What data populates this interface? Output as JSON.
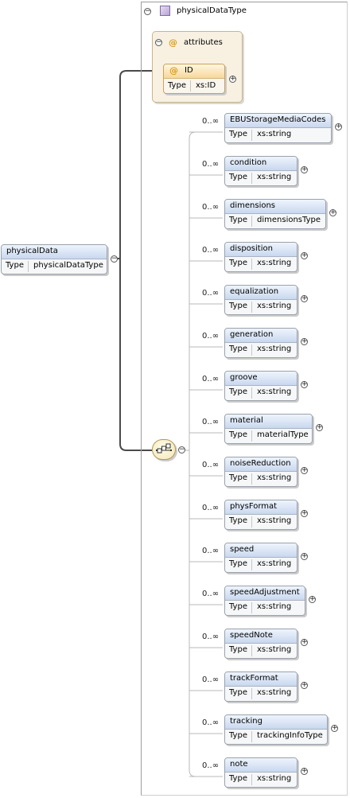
{
  "root": {
    "name": "physicalData",
    "type_key": "Type",
    "type_value": "physicalDataType"
  },
  "complex_type": {
    "name": "physicalDataType"
  },
  "attributes": {
    "label": "attributes",
    "at_symbol": "@",
    "items": [
      {
        "name": "ID",
        "type_key": "Type",
        "type_value": "xs:ID"
      }
    ]
  },
  "toggles": {
    "collapse": "−",
    "expand": "+"
  },
  "elements": [
    {
      "occurrence": "0..∞",
      "name": "EBUStorageMediaCodes",
      "type_key": "Type",
      "type_value": "xs:string"
    },
    {
      "occurrence": "0..∞",
      "name": "condition",
      "type_key": "Type",
      "type_value": "xs:string"
    },
    {
      "occurrence": "0..∞",
      "name": "dimensions",
      "type_key": "Type",
      "type_value": "dimensionsType"
    },
    {
      "occurrence": "0..∞",
      "name": "disposition",
      "type_key": "Type",
      "type_value": "xs:string"
    },
    {
      "occurrence": "0..∞",
      "name": "equalization",
      "type_key": "Type",
      "type_value": "xs:string"
    },
    {
      "occurrence": "0..∞",
      "name": "generation",
      "type_key": "Type",
      "type_value": "xs:string"
    },
    {
      "occurrence": "0..∞",
      "name": "groove",
      "type_key": "Type",
      "type_value": "xs:string"
    },
    {
      "occurrence": "0..∞",
      "name": "material",
      "type_key": "Type",
      "type_value": "materialType"
    },
    {
      "occurrence": "0..∞",
      "name": "noiseReduction",
      "type_key": "Type",
      "type_value": "xs:string"
    },
    {
      "occurrence": "0..∞",
      "name": "physFormat",
      "type_key": "Type",
      "type_value": "xs:string"
    },
    {
      "occurrence": "0..∞",
      "name": "speed",
      "type_key": "Type",
      "type_value": "xs:string"
    },
    {
      "occurrence": "0..∞",
      "name": "speedAdjustment",
      "type_key": "Type",
      "type_value": "xs:string"
    },
    {
      "occurrence": "0..∞",
      "name": "speedNote",
      "type_key": "Type",
      "type_value": "xs:string"
    },
    {
      "occurrence": "0..∞",
      "name": "trackFormat",
      "type_key": "Type",
      "type_value": "xs:string"
    },
    {
      "occurrence": "0..∞",
      "name": "tracking",
      "type_key": "Type",
      "type_value": "trackingInfoType"
    },
    {
      "occurrence": "0..∞",
      "name": "note",
      "type_key": "Type",
      "type_value": "xs:string"
    }
  ]
}
